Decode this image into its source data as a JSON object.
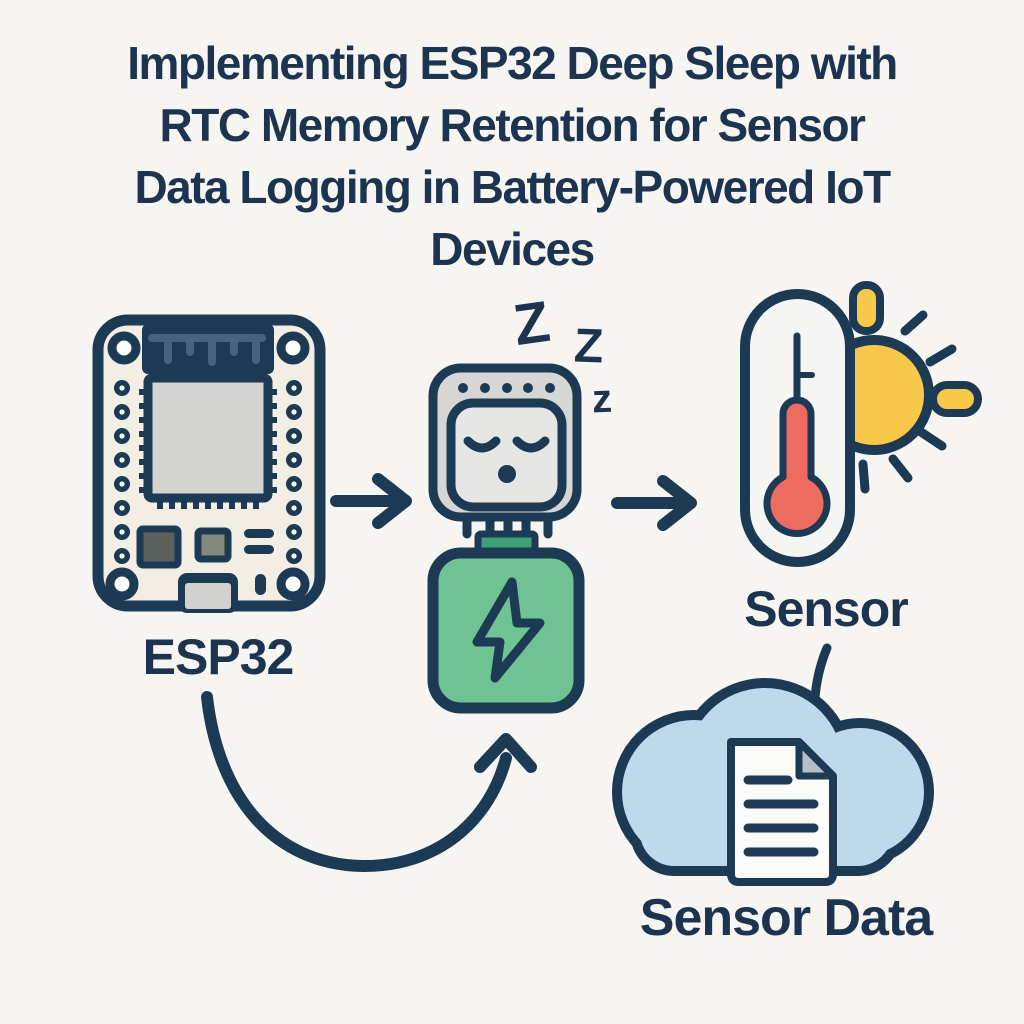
{
  "title": {
    "lines": [
      "Implementing ESP32 Deep Sleep with",
      "RTC Memory Retention for Sensor",
      "Data Logging in Battery-Powered IoT",
      "Devices"
    ]
  },
  "nodes": {
    "esp32": {
      "label": "ESP32"
    },
    "sleep": {
      "z_letters": [
        "Z",
        "Z",
        "z"
      ]
    },
    "sensor": {
      "label": "Sensor"
    },
    "sensor_data": {
      "label": "Sensor Data"
    }
  },
  "icons": {
    "esp32-board-icon": "microcontroller dev board with antenna, chip and USB port",
    "sleeping-chip-icon": "chip with closed eyes sleeping face",
    "zzz-symbol": "sleep Z letters",
    "battery-icon": "green battery with lightning bolt",
    "thermometer-icon": "thermometer with red mercury",
    "sun-icon": "sun with rays",
    "cloud-icon": "cloud storage",
    "document-icon": "data log document with folded corner",
    "flow-arrow-icon": "right-pointing flow arrow",
    "curved-return-arrow-icon": "curved arrow from ESP32 to battery",
    "connector-line": "short curve linking Sensor label to cloud"
  },
  "colors": {
    "navy_outline": "#1d3a55",
    "text_navy": "#1c344f",
    "board_cream": "#f2eee4",
    "chip_gray": "#d6d6d4",
    "battery_green": "#6fc392",
    "terminal_green": "#3fa075",
    "sun_yellow": "#f7c84a",
    "mercury_red": "#ee6b60",
    "cloud_blue": "#bed9ec",
    "background": "#f7f5f1"
  }
}
